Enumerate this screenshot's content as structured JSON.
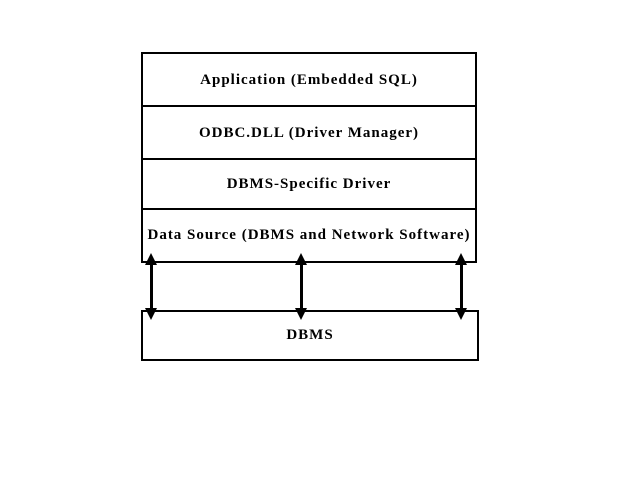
{
  "diagram": {
    "layers": [
      {
        "label": "Application (Embedded SQL)"
      },
      {
        "label": "ODBC.DLL (Driver Manager)"
      },
      {
        "label": "DBMS-Specific Driver"
      },
      {
        "label": "Data Source (DBMS and Network Software)"
      }
    ],
    "dbms_box": {
      "label": "DBMS"
    },
    "arrows": {
      "count": 3,
      "style": "double-headed-vertical"
    },
    "colors": {
      "background": "#ffffff",
      "line": "#000000",
      "text": "#000000"
    }
  }
}
